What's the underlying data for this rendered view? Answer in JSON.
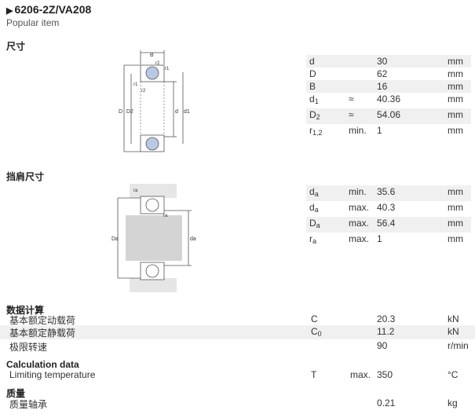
{
  "header": {
    "title": "6206-2Z/VA208",
    "subtitle": "Popular item"
  },
  "dimensions": {
    "heading": "尺寸",
    "rows": [
      {
        "sym": "d",
        "sub": "",
        "qual": "",
        "val": "30",
        "unit": "mm"
      },
      {
        "sym": "D",
        "sub": "",
        "qual": "",
        "val": "62",
        "unit": "mm"
      },
      {
        "sym": "B",
        "sub": "",
        "qual": "",
        "val": "16",
        "unit": "mm"
      },
      {
        "sym": "d",
        "sub": "1",
        "qual": "≈",
        "val": "40.36",
        "unit": "mm"
      },
      {
        "sym": "D",
        "sub": "2",
        "qual": "≈",
        "val": "54.06",
        "unit": "mm"
      },
      {
        "sym": "r",
        "sub": "1,2",
        "qual": "min.",
        "val": "1",
        "unit": "mm"
      }
    ],
    "drawing_labels": {
      "B": "B",
      "r2": "r2",
      "r1": "r1",
      "D": "D",
      "D2": "D2",
      "d": "d",
      "d1": "d1"
    }
  },
  "abutment": {
    "heading": "挡肩尺寸",
    "rows": [
      {
        "sym": "d",
        "sub": "a",
        "qual": "min.",
        "val": "35.6",
        "unit": "mm"
      },
      {
        "sym": "d",
        "sub": "a",
        "qual": "max.",
        "val": "40.3",
        "unit": "mm"
      },
      {
        "sym": "D",
        "sub": "a",
        "qual": "max.",
        "val": "56.4",
        "unit": "mm"
      },
      {
        "sym": "r",
        "sub": "a",
        "qual": "max.",
        "val": "1",
        "unit": "mm"
      }
    ],
    "drawing_labels": {
      "ra": "ra",
      "Da": "Da",
      "da": "da"
    }
  },
  "calculation": {
    "heading": "数据计算",
    "rows": [
      {
        "name": "基本额定动载荷",
        "sym": "C",
        "sub": "",
        "qual": "",
        "val": "20.3",
        "unit": "kN"
      },
      {
        "name": "基本额定静载荷",
        "sym": "C",
        "sub": "0",
        "qual": "",
        "val": "11.2",
        "unit": "kN"
      },
      {
        "name": "极限转速",
        "sym": "",
        "sub": "",
        "qual": "",
        "val": "90",
        "unit": "r/min"
      }
    ]
  },
  "calculation_data": {
    "heading": "Calculation data",
    "rows": [
      {
        "name": "Limiting temperature",
        "sym": "T",
        "sub": "",
        "qual": "max.",
        "val": "350",
        "unit": "°C"
      }
    ]
  },
  "mass": {
    "heading": "质量",
    "rows": [
      {
        "name": "质量轴承",
        "sym": "",
        "sub": "",
        "qual": "",
        "val": "0.21",
        "unit": "kg"
      }
    ]
  },
  "colors": {
    "ball": "#b9c8e4",
    "ring": "#ffffff",
    "shaft": "#d4d4d4",
    "housing": "#e6e6e6",
    "line": "#555555"
  }
}
